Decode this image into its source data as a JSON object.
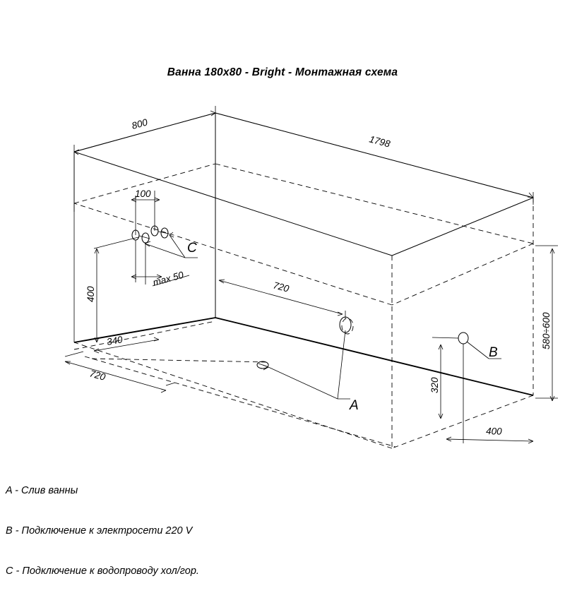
{
  "document": {
    "title": "Ванна 180x80 - Bright - Монтажная схема"
  },
  "legend": {
    "items": [
      "A - Слив ванны",
      "B - Подключение к электросети 220 V",
      "C - Подключение к водопроводу хол/гор."
    ]
  },
  "markers": {
    "a": "A",
    "b": "B",
    "c": "C"
  },
  "dimensions": {
    "depth_top": "800",
    "length_top": "1798",
    "water_offset": "100",
    "water_max": "max 50",
    "water_height": "400",
    "floor_offset": "340",
    "floor_drain": "720",
    "drain_from_end": "720",
    "power_height": "320",
    "power_offset": "400",
    "bath_height": "580÷600"
  },
  "colors": {
    "line": "#000000",
    "background": "#ffffff"
  }
}
